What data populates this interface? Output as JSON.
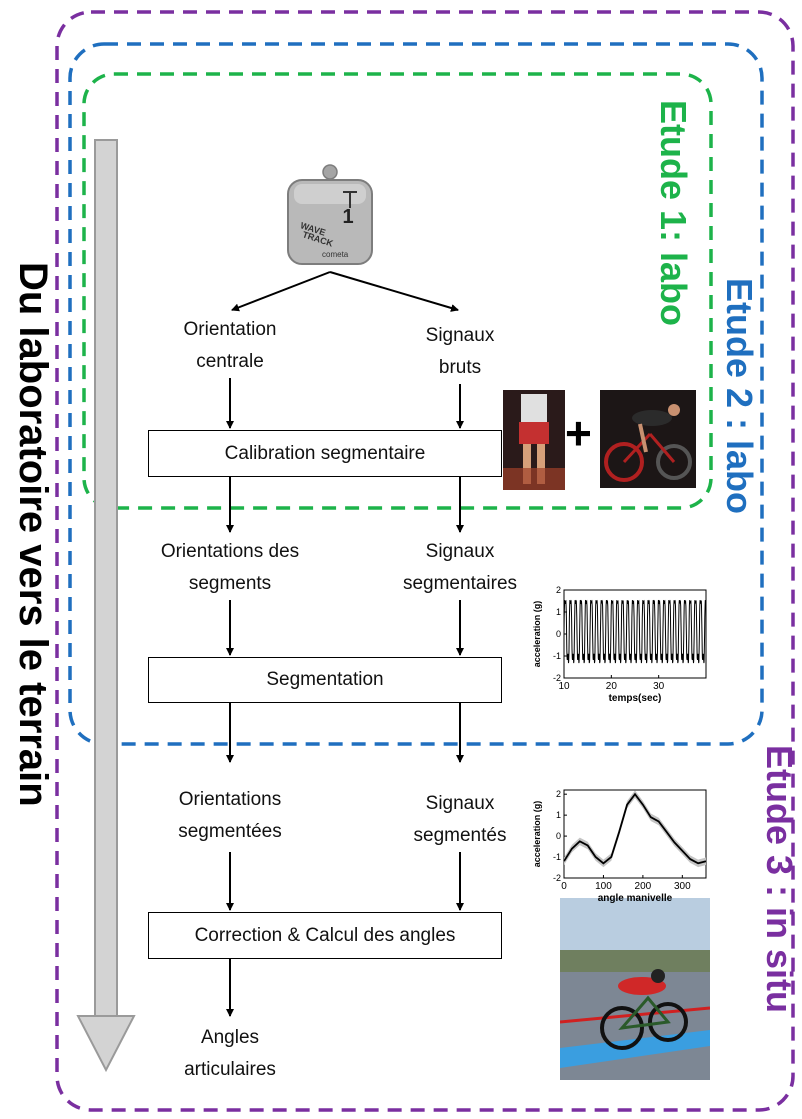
{
  "colors": {
    "etude1": "#1db34a",
    "etude2": "#1f6fbf",
    "etude3": "#7a2fa0",
    "arrow": "#c8c8c8"
  },
  "titles": {
    "main": "Du laboratoire vers le terrain",
    "etude1": "Etude 1: labo",
    "etude2": "Etude 2 : labo",
    "etude3": "Etude 3 : in situ"
  },
  "sensor": {
    "line1": "WAVE",
    "line2": "TRACK",
    "brand": "cometa",
    "number": "1",
    "icon": "imu-sensor-icon"
  },
  "labels": {
    "orientation_centrale": "Orientation\ncentrale",
    "signaux_bruts": "Signaux\nbruts",
    "orientations_segments": "Orientations des\nsegments",
    "signaux_segmentaires": "Signaux\nsegmentaires",
    "orientations_segmentees": "Orientations\nsegmentées",
    "signaux_segmentes": "Signaux\nsegmentés",
    "angles_articulaires": "Angles\narticulaires"
  },
  "boxes": {
    "calibration": "Calibration segmentaire",
    "segmentation": "Segmentation",
    "correction": "Correction & Calcul des angles"
  },
  "plus": "+",
  "chart_data": [
    {
      "type": "line",
      "xlabel": "temps(sec)",
      "ylabel": "acceleration (g)",
      "xticks": [
        10,
        20,
        30
      ],
      "yticks": [
        -2,
        -1,
        0,
        1,
        2
      ],
      "xlim": [
        10,
        40
      ],
      "ylim": [
        -2,
        2
      ],
      "description_values": {
        "cycle_period_sec": 1.1,
        "max": 1.9,
        "min": -1.9
      }
    },
    {
      "type": "line",
      "xlabel": "angle manivelle",
      "ylabel": "acceleration (g)",
      "xticks": [
        0,
        100,
        200,
        300
      ],
      "yticks": [
        -2,
        -1,
        0,
        1,
        2
      ],
      "xlim": [
        0,
        360
      ],
      "ylim": [
        -2,
        2.2
      ],
      "x": [
        0,
        20,
        40,
        60,
        80,
        100,
        120,
        140,
        160,
        180,
        200,
        220,
        240,
        260,
        280,
        300,
        320,
        340,
        360
      ],
      "y": [
        -1.2,
        -0.6,
        -0.25,
        -0.45,
        -1.0,
        -1.3,
        -1.0,
        0.2,
        1.5,
        2.0,
        1.5,
        0.9,
        0.7,
        0.2,
        -0.3,
        -0.7,
        -1.1,
        -1.3,
        -1.2
      ]
    }
  ]
}
